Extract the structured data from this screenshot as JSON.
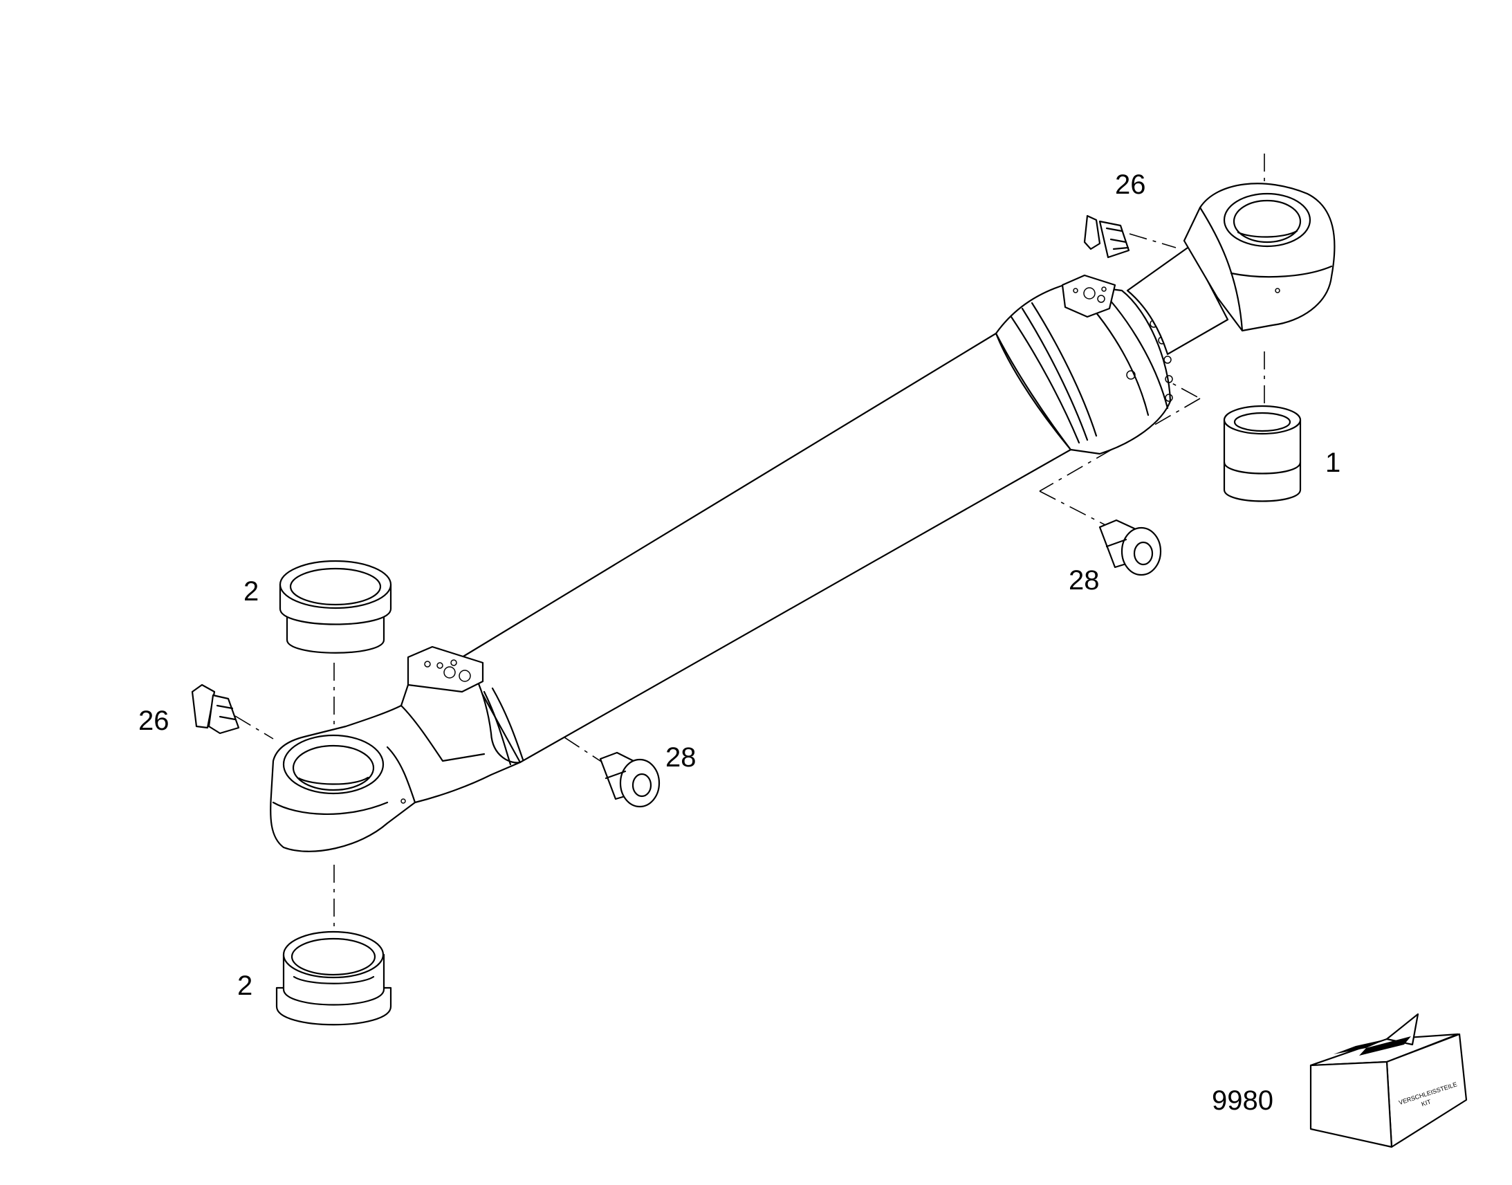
{
  "callouts": {
    "c26_top": "26",
    "c1": "1",
    "c28_right": "28",
    "c2_top": "2",
    "c26_left": "26",
    "c28_mid": "28",
    "c2_bottom": "2",
    "c9980": "9980"
  },
  "kit_box": {
    "line1": "VERSCHLEISSTEILE",
    "line2": "KIT"
  },
  "colors": {
    "line": "#000000",
    "background": "#ffffff"
  }
}
